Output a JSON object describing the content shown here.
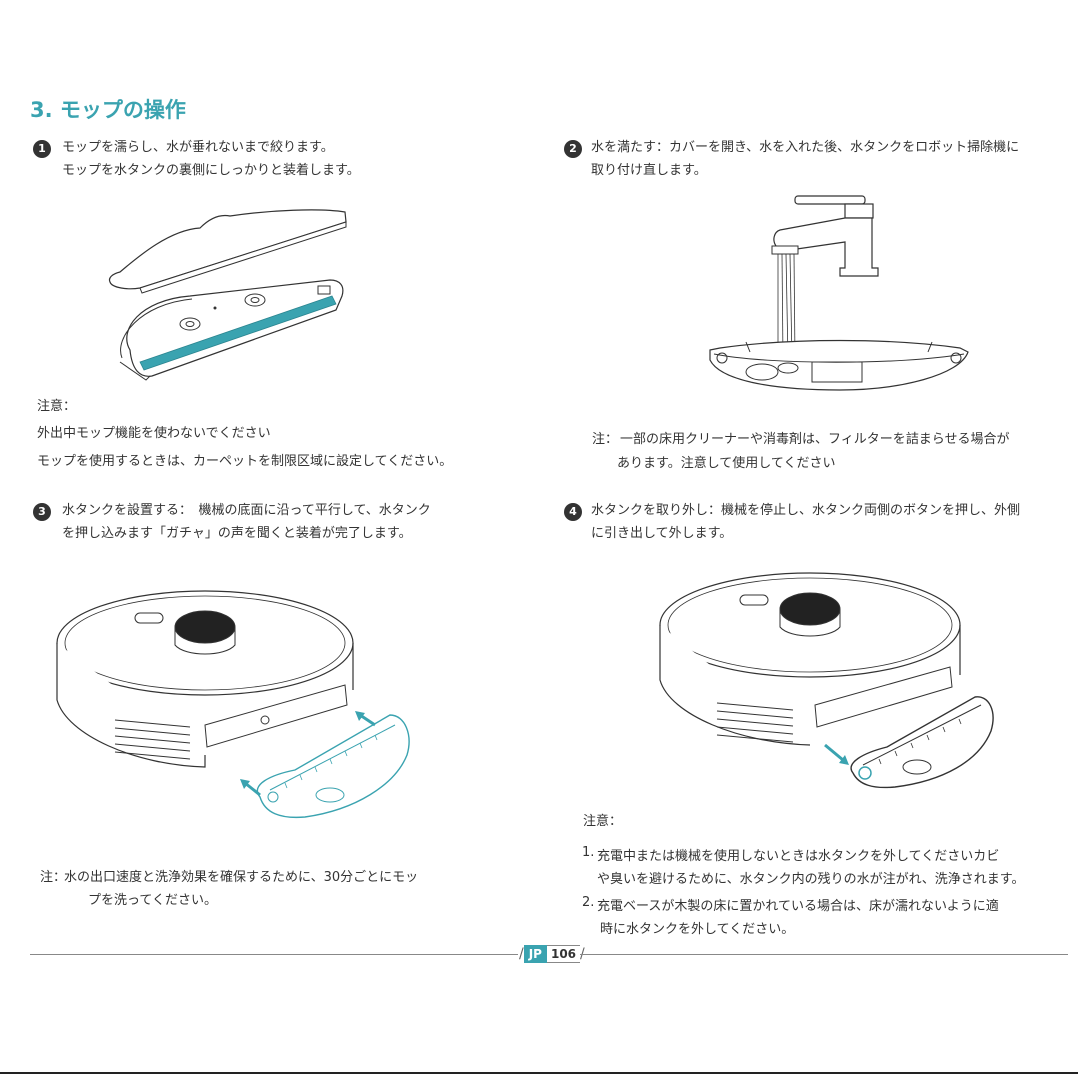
{
  "section": {
    "title": "3. モップの操作"
  },
  "steps": [
    {
      "num": "1",
      "lines": [
        "モップを濡らし、水が垂れないまで絞ります。",
        "モップを水タンクの裏側にしっかりと装着します。"
      ]
    },
    {
      "num": "2",
      "lines": [
        "水を満たす：カバーを開き、水を入れた後、水タンクをロボット掃除機に",
        "取り付け直します。"
      ]
    },
    {
      "num": "3",
      "lines": [
        "水タンクを設置する：　機械の底面に沿って平行して、水タンク",
        "を押し込みます「ガチャ」の声を聞くと装着が完了します。"
      ]
    },
    {
      "num": "4",
      "lines": [
        "水タンクを取り外し：機械を停止し、水タンク両側のボタンを押し、外側",
        "に引き出して外します。"
      ]
    }
  ],
  "notes": {
    "step1": {
      "heading": "注意：",
      "lines": [
        "外出中モップ機能を使わないでください",
        "モップを使用するときは、カーペットを制限区域に設定してください。"
      ]
    },
    "step2": {
      "prefix": "注：",
      "lines": [
        "一部の床用クリーナーや消毒剤は、フィルターを詰まらせる場合が",
        "あります。注意して使用してください"
      ]
    },
    "step3": {
      "prefix": "注：",
      "lines": [
        "水の出口速度と洗浄効果を確保するために、30分ごとにモッ",
        "プを洗ってください。"
      ]
    },
    "step4": {
      "heading": "注意：",
      "items": [
        {
          "label": "1.",
          "lines": [
            "充電中または機械を使用しないときは水タンクを外してくださいカビ",
            "や臭いを避けるために、水タンク内の残りの水が注がれ、洗浄されます。"
          ]
        },
        {
          "label": "2.",
          "lines": [
            "充電ベースが木製の床に置かれている場合は、床が濡れないように適",
            "時に水タンクを外してください。"
          ]
        }
      ]
    }
  },
  "footer": {
    "lang": "JP",
    "page": "106"
  },
  "colors": {
    "accent": "#3aa3b0",
    "text": "#333333",
    "line": "#888888"
  }
}
